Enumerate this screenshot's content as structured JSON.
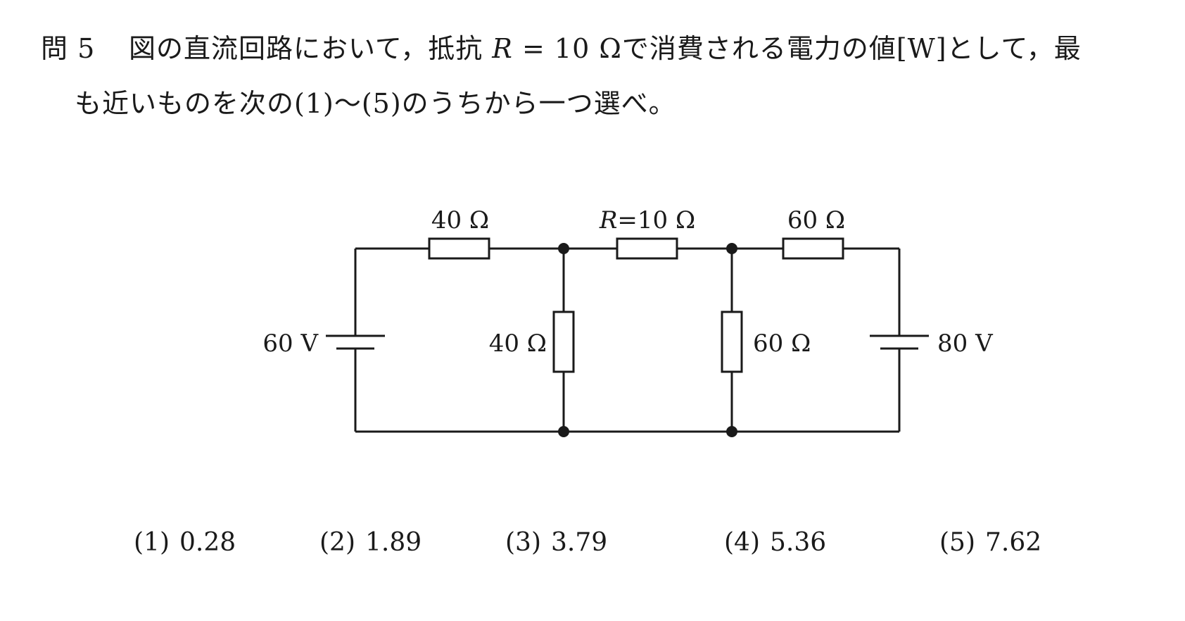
{
  "question": {
    "number": "問 5",
    "line1_text_a": "図の直流回路において，抵抗 ",
    "line1_var": "R",
    "line1_text_b": " = 10 Ωで消費される電力の値[W]として，最",
    "line2": "も近いものを次の(1)～(5)のうちから一つ選べ。"
  },
  "circuit": {
    "labels": {
      "r_top_left": "40 Ω",
      "r_top_mid_var": "R",
      "r_top_mid_val": "=10 Ω",
      "r_top_right": "60 Ω",
      "r_mid_left": "40 Ω",
      "r_mid_right": "60 Ω",
      "battery_left": "60 V",
      "battery_right": "80 V"
    }
  },
  "choices": [
    {
      "num": "(1)",
      "value": "0.28"
    },
    {
      "num": "(2)",
      "value": "1.89"
    },
    {
      "num": "(3)",
      "value": "3.79"
    },
    {
      "num": "(4)",
      "value": "5.36"
    },
    {
      "num": "(5)",
      "value": "7.62"
    }
  ]
}
